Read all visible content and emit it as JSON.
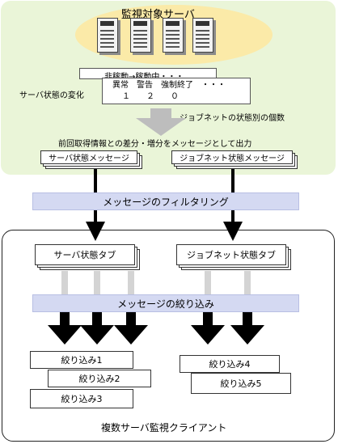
{
  "monitored_servers": {
    "title": "監視対象サーバ",
    "icon": "server-icon"
  },
  "server_state": {
    "label": "サーバ状態の変化",
    "transition": "非稼動→稼動中・・・",
    "job_header": "異常　警告　強制終了　・・・",
    "job_counts": "１　　２　　０",
    "job_label": "ジョブネットの状態別の個数"
  },
  "diff_caption": "前回取得情報との差分・増分をメッセージとして出力",
  "messages": {
    "server": "サーバ状態メッセージ",
    "jobnet": "ジョブネット状態メッセージ"
  },
  "filtering": "メッセージのフィルタリング",
  "client": {
    "title": "複数サーバ監視クライアント",
    "server_tab": "サーバ状態タブ",
    "jobnet_tab": "ジョブネット状態タブ",
    "narrowing": "メッセージの絞り込み",
    "filters_server": [
      "絞り込み1",
      "絞り込み2",
      "絞り込み3"
    ],
    "filters_jobnet": [
      "絞り込み4",
      "絞り込み5"
    ]
  },
  "colors": {
    "panel": "#eaf5d8",
    "ellipse": "#fbeaa8",
    "band": "#d4d9f2",
    "arrow": "#000000",
    "big_arrow": "#bdbdbd"
  }
}
